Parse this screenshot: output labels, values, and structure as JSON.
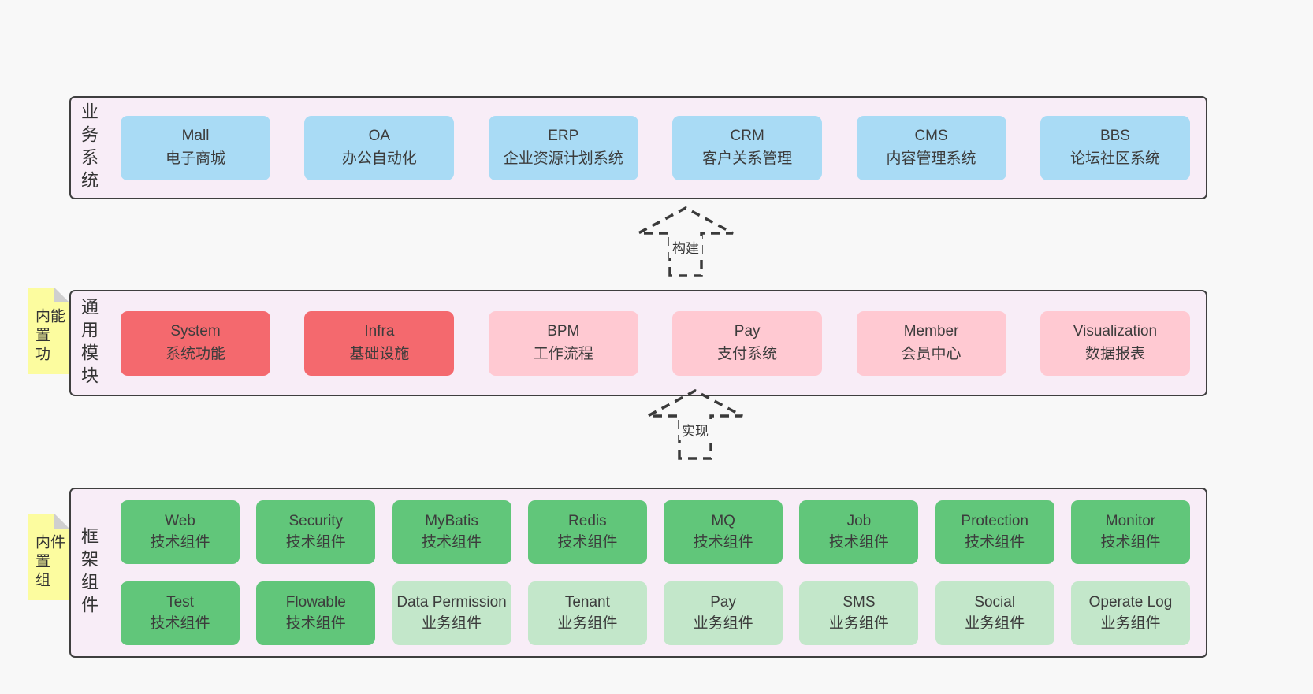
{
  "colors": {
    "page_bg": "#f8f8f8",
    "container_bg": "#f8edf7",
    "container_border": "#3f3f3f",
    "blue": "#a9dbf5",
    "red": "#f4696e",
    "pink": "#ffc9d2",
    "green": "#61c67a",
    "light_green": "#c3e7ca",
    "sticky_yellow": "#fcfc9f",
    "sticky_fold": "#cfcfcf",
    "text": "#3c3c3c"
  },
  "arrows": {
    "build": {
      "label": "构建"
    },
    "implement": {
      "label": "实现"
    }
  },
  "layers": {
    "business": {
      "label": "业务系统",
      "boxes": [
        {
          "title": "Mall",
          "subtitle": "电子商城"
        },
        {
          "title": "OA",
          "subtitle": "办公自动化"
        },
        {
          "title": "ERP",
          "subtitle": "企业资源计划系统"
        },
        {
          "title": "CRM",
          "subtitle": "客户关系管理"
        },
        {
          "title": "CMS",
          "subtitle": "内容管理系统"
        },
        {
          "title": "BBS",
          "subtitle": "论坛社区系统"
        }
      ]
    },
    "modules": {
      "label": "通用模块",
      "sticky": "内置功能",
      "boxes": [
        {
          "title": "System",
          "subtitle": "系统功能"
        },
        {
          "title": "Infra",
          "subtitle": "基础设施"
        },
        {
          "title": "BPM",
          "subtitle": "工作流程"
        },
        {
          "title": "Pay",
          "subtitle": "支付系统"
        },
        {
          "title": "Member",
          "subtitle": "会员中心"
        },
        {
          "title": "Visualization",
          "subtitle": "数据报表"
        }
      ]
    },
    "framework": {
      "label": "框架组件",
      "sticky": "内置组件",
      "row1": [
        {
          "title": "Web",
          "subtitle": "技术组件"
        },
        {
          "title": "Security",
          "subtitle": "技术组件"
        },
        {
          "title": "MyBatis",
          "subtitle": "技术组件"
        },
        {
          "title": "Redis",
          "subtitle": "技术组件"
        },
        {
          "title": "MQ",
          "subtitle": "技术组件"
        },
        {
          "title": "Job",
          "subtitle": "技术组件"
        },
        {
          "title": "Protection",
          "subtitle": "技术组件"
        },
        {
          "title": "Monitor",
          "subtitle": "技术组件"
        }
      ],
      "row2": [
        {
          "title": "Test",
          "subtitle": "技术组件"
        },
        {
          "title": "Flowable",
          "subtitle": "技术组件"
        },
        {
          "title": "Data Permission",
          "subtitle": "业务组件"
        },
        {
          "title": "Tenant",
          "subtitle": "业务组件"
        },
        {
          "title": "Pay",
          "subtitle": "业务组件"
        },
        {
          "title": "SMS",
          "subtitle": "业务组件"
        },
        {
          "title": "Social",
          "subtitle": "业务组件"
        },
        {
          "title": "Operate Log",
          "subtitle": "业务组件"
        }
      ]
    }
  }
}
